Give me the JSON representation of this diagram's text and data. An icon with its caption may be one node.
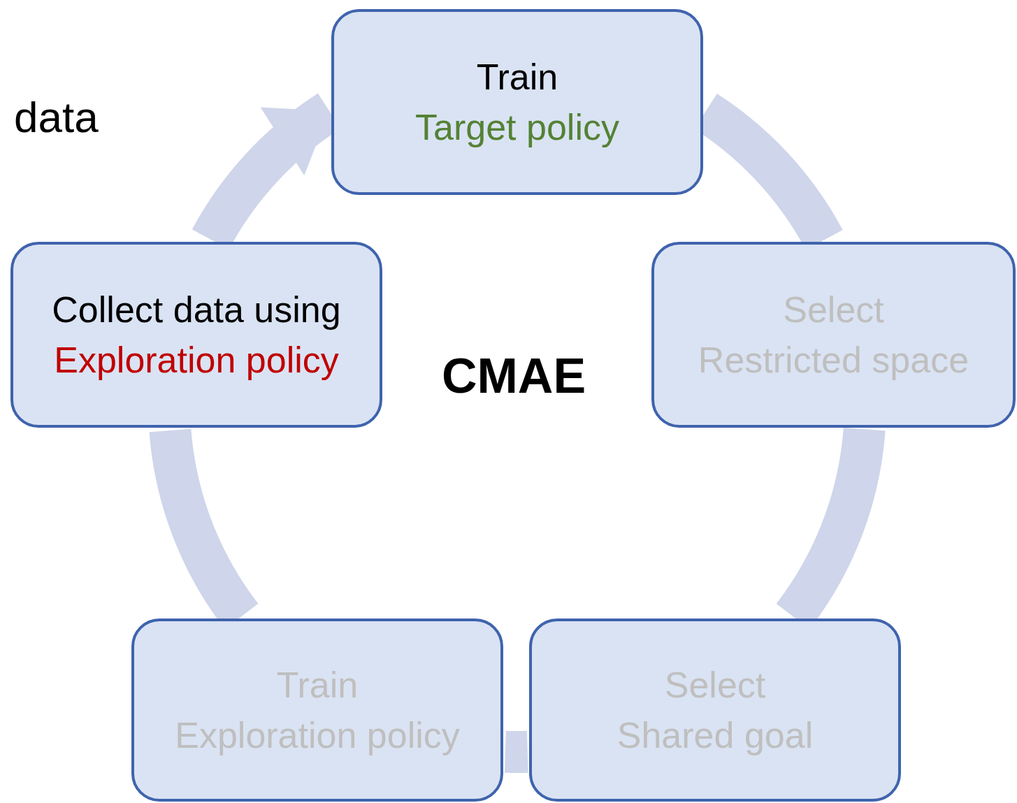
{
  "diagram": {
    "nodes": [
      {
        "text": [
          "Train",
          "Target policy"
        ]
      },
      {
        "text": [
          "Select",
          "Restricted space"
        ]
      },
      {
        "text": [
          "Select",
          "Shared goal"
        ]
      },
      {
        "text": [
          "Train",
          "Exploration policy"
        ]
      },
      {
        "text": [
          "Collect data using",
          "Exploration policy"
        ]
      }
    ],
    "edges": [
      {
        "from": 0,
        "to": 1,
        "arrow": "none"
      },
      {
        "from": 1,
        "to": 2,
        "arrow": "none"
      },
      {
        "from": 2,
        "to": 3,
        "arrow": "none"
      },
      {
        "from": 3,
        "to": 4,
        "arrow": "none"
      },
      {
        "from": 4,
        "to": 0,
        "arrow": "to"
      }
    ],
    "labels": [
      "data",
      "CMAE"
    ]
  }
}
